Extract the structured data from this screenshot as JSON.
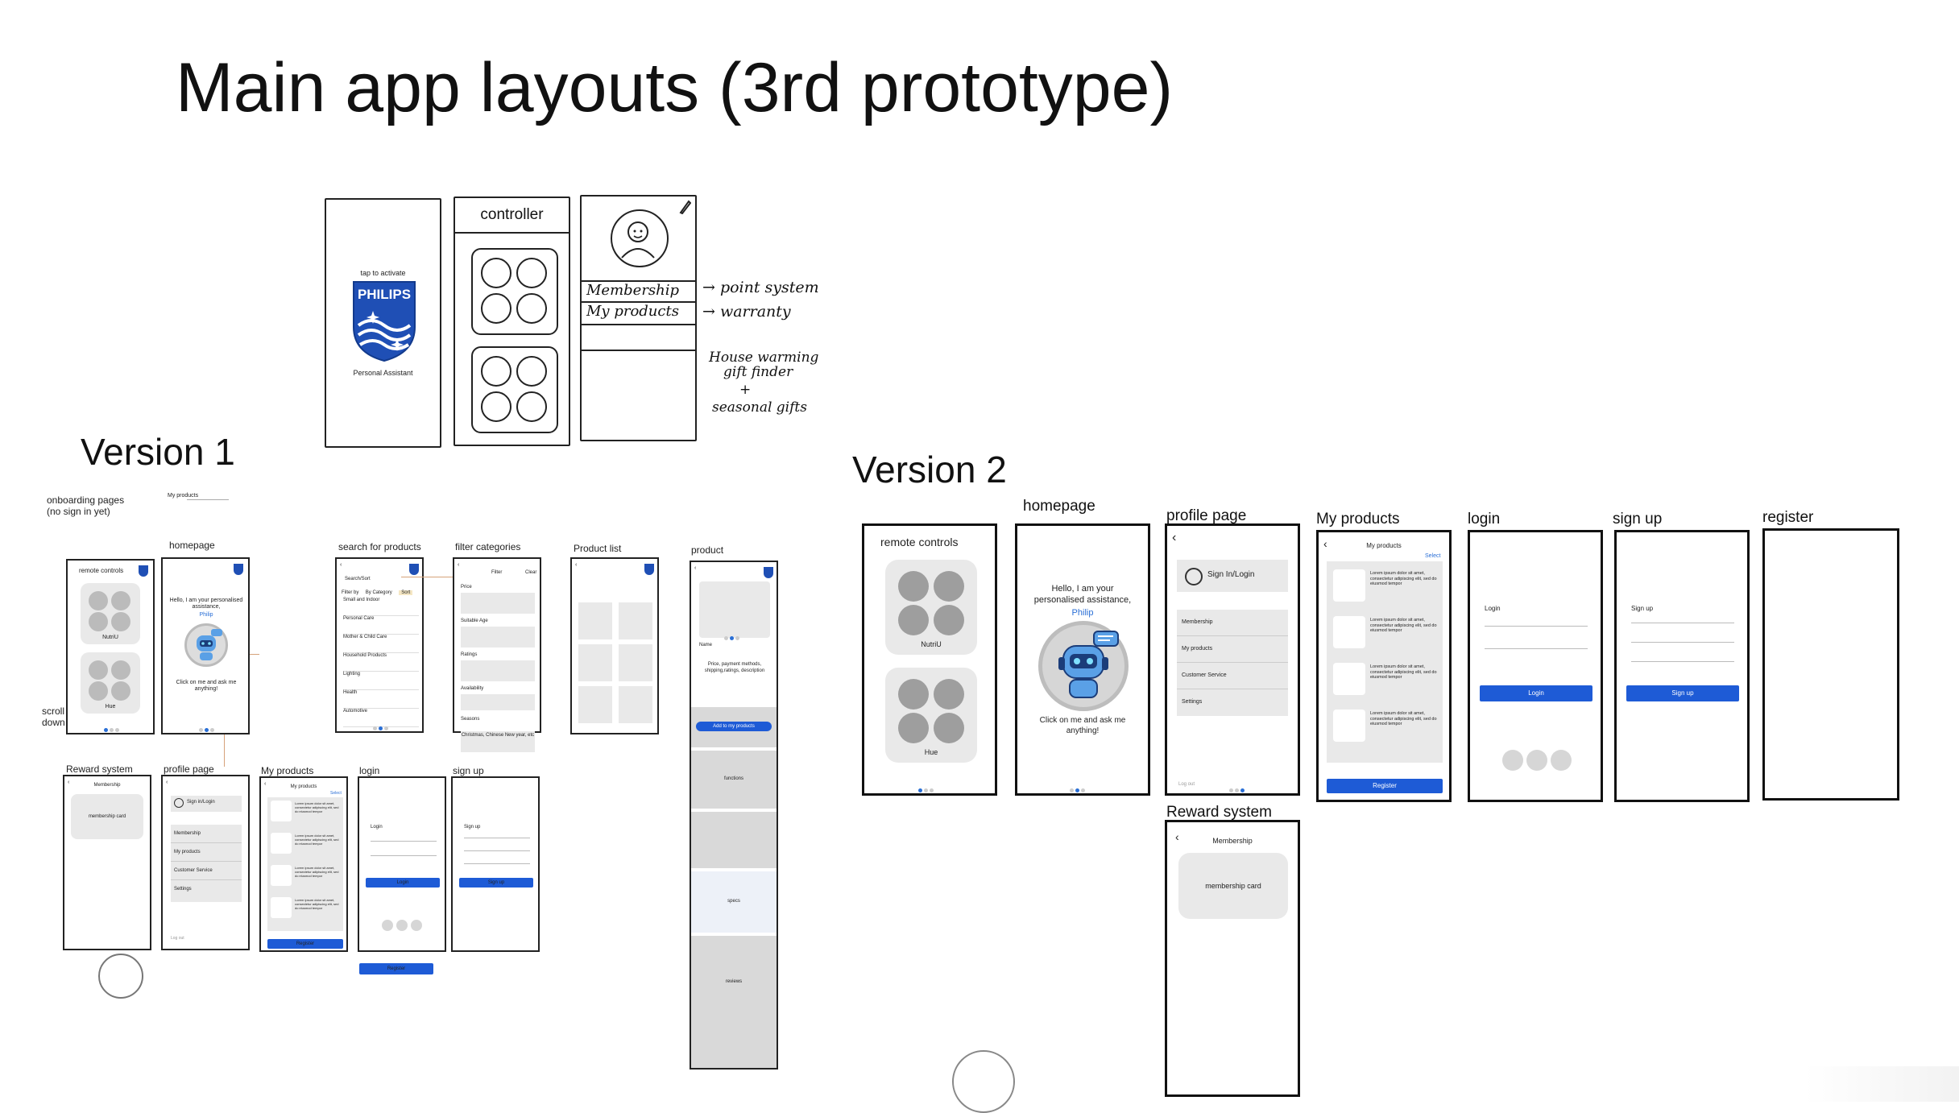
{
  "title": "Main app layouts (3rd prototype)",
  "sketch": {
    "splash_tap": "tap to activate",
    "splash_brand": "PHILIPS",
    "splash_sub": "Personal Assistant",
    "controller_title": "controller",
    "row_membership": "Membership",
    "row_products": "My products",
    "note_points": "→ point system",
    "note_warranty": "→ warranty",
    "note_gift1": "House warming",
    "note_gift2": "gift finder",
    "note_plus": "+",
    "note_seasonal": "seasonal gifts"
  },
  "version1": {
    "heading": "Version 1",
    "onboarding_label": "onboarding pages\n(no sign in yet)",
    "onboarding_mini": "My products",
    "scroll_label": "scroll\ndown",
    "frames": {
      "remote_controls": "remote controls",
      "homepage": "homepage",
      "search": "search for products",
      "filter": "filter categories",
      "product_list": "Product list",
      "product": "product",
      "reward": "Reward system",
      "profile": "profile page",
      "my_products": "My products",
      "login": "login",
      "signup": "sign up"
    },
    "remote": {
      "title": "remote controls",
      "item1": "NutriU",
      "item2": "Hue"
    },
    "home": {
      "greeting": "Hello, I am your personalised assistance,",
      "name": "Philip",
      "cta": "Click on me and ask me anything!"
    },
    "search": {
      "header": "Search/Sort",
      "chips": [
        "Filter by",
        "By Category",
        "Sort"
      ],
      "rows": [
        "Small and Indoor",
        "Personal Care",
        "Mother & Child Care",
        "Household Products",
        "Lighting",
        "Health",
        "Automotive"
      ]
    },
    "filter": {
      "title": "Filter",
      "clear": "Clear",
      "rows": [
        "Price",
        "Suitable Age",
        "Ratings",
        "Availability",
        "Seasons"
      ],
      "seasons_note": "Christmas, Chinese New year, etc"
    },
    "product": {
      "name": "Name",
      "desc": "Price, payment methods, shipping,ratings, description",
      "add": "Add to my products",
      "functions": "functions",
      "specs": "specs",
      "reviews": "reviews"
    },
    "reward": {
      "header": "Membership",
      "card": "membership card"
    },
    "profile": {
      "signin": "Sign in/Login",
      "rows": [
        "Membership",
        "My products",
        "Customer Service",
        "Settings"
      ],
      "logout": "Log out"
    },
    "myproducts": {
      "header": "My products",
      "select": "Select",
      "item_text": "Lorem ipsum dolor sit amet, consectetur adipiscing elit, sed do eiusmod tempor",
      "register": "Register"
    },
    "login": {
      "label": "Login",
      "button": "Login",
      "register": "Register"
    },
    "signup": {
      "label": "Sign up",
      "button": "Sign up"
    }
  },
  "version2": {
    "heading": "Version 2",
    "labels": {
      "homepage": "homepage",
      "profile": "profile page",
      "my_products": "My products",
      "login": "login",
      "signup": "sign up",
      "register": "register",
      "reward": "Reward system"
    },
    "remote": {
      "title": "remote controls",
      "item1": "NutriU",
      "item2": "Hue"
    },
    "home": {
      "greeting": "Hello, I am your personalised assistance,",
      "name": "Philip",
      "cta": "Click on me and ask me anything!"
    },
    "profile": {
      "signin": "Sign In/Login",
      "rows": [
        "Membership",
        "My products",
        "Customer Service",
        "Settings"
      ],
      "logout": "Log out"
    },
    "myproducts": {
      "header": "My products",
      "select": "Select",
      "item_text": "Lorem ipsum dolor sit amet, consectetur adipiscing elit, sed do eiusmod tempor",
      "register": "Register"
    },
    "login": {
      "label": "Login",
      "button": "Login"
    },
    "signup": {
      "label": "Sign up",
      "button": "Sign up"
    },
    "reward": {
      "header": "Membership",
      "card": "membership card"
    }
  },
  "colors": {
    "accent": "#1e5bd6",
    "philips_blue": "#1f4fb5",
    "frame": "#222222",
    "placeholder": "#d9d9d9"
  }
}
